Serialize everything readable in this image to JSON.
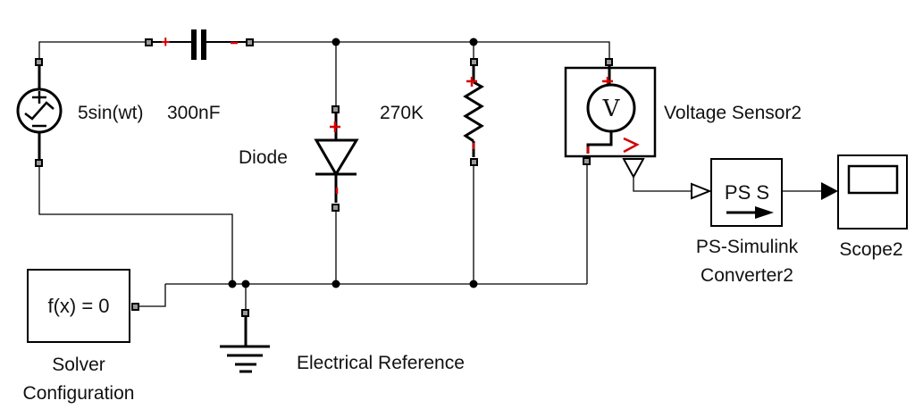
{
  "diagram": {
    "type": "simscape-circuit",
    "blocks": {
      "ac_source": {
        "label": "5sin(wt)"
      },
      "capacitor": {
        "label": "300nF"
      },
      "diode": {
        "label": "Diode"
      },
      "resistor": {
        "label": "270K"
      },
      "voltage_sensor": {
        "label": "Voltage Sensor2",
        "glyph": "V",
        "out_glyph": ">"
      },
      "ps_converter": {
        "label_line1": "PS-Simulink",
        "label_line2": "Converter2",
        "glyph": "PS S"
      },
      "scope": {
        "label": "Scope2"
      },
      "solver": {
        "label_line1": "Solver",
        "label_line2": "Configuration",
        "glyph": "f(x) = 0"
      },
      "ground": {
        "label": "Electrical Reference"
      }
    },
    "polarity": {
      "plus": "+",
      "minus": "-"
    },
    "colors": {
      "wire": "#000000",
      "polarity": "#d40000",
      "port": "#999999"
    }
  }
}
